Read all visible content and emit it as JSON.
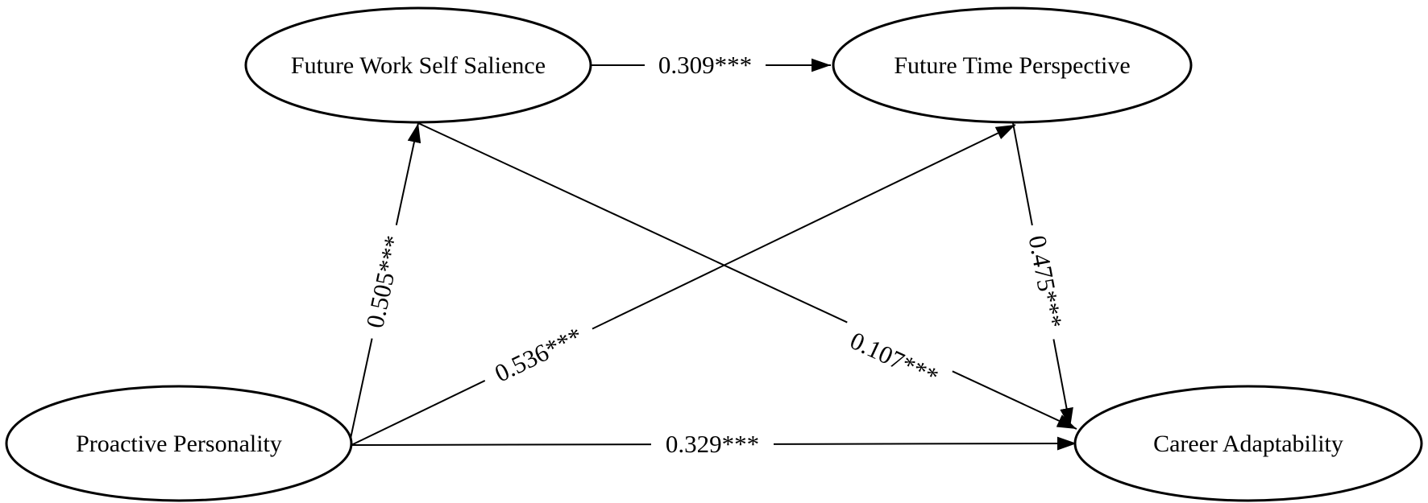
{
  "diagram": {
    "nodes": {
      "fwss": {
        "label": "Future Work Self Salience"
      },
      "ftp": {
        "label": "Future Time Perspective"
      },
      "pp": {
        "label": "Proactive Personality"
      },
      "ca": {
        "label": "Career Adaptability"
      }
    },
    "edges": {
      "fwss_ftp": {
        "from": "Future Work Self Salience",
        "to": "Future Time Perspective",
        "label": "0.309***"
      },
      "pp_fwss": {
        "from": "Proactive Personality",
        "to": "Future Work Self Salience",
        "label": "0.505***"
      },
      "pp_ftp": {
        "from": "Proactive Personality",
        "to": "Future Time Perspective",
        "label": "0.536***"
      },
      "fwss_ca": {
        "from": "Future Work Self Salience",
        "to": "Career Adaptability",
        "label": "0.107***"
      },
      "ftp_ca": {
        "from": "Future Time Perspective",
        "to": "Career Adaptability",
        "label": "0.475***"
      },
      "pp_ca": {
        "from": "Proactive Personality",
        "to": "Career Adaptability",
        "label": "0.329***"
      }
    },
    "colors": {
      "line": "#000000",
      "background": "#ffffff"
    }
  }
}
